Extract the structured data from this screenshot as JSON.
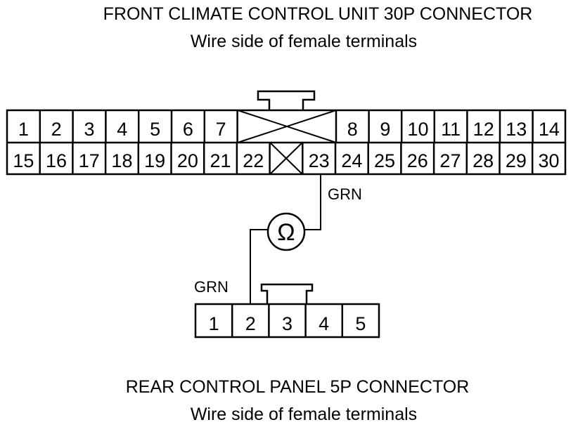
{
  "front_connector": {
    "title": "FRONT CLIMATE CONTROL UNIT 30P CONNECTOR",
    "subtitle": "Wire side of female terminals",
    "top_row": [
      "1",
      "2",
      "3",
      "4",
      "5",
      "6",
      "7",
      "",
      "8",
      "9",
      "10",
      "11",
      "12",
      "13",
      "14"
    ],
    "bottom_row": [
      "15",
      "16",
      "17",
      "18",
      "19",
      "20",
      "21",
      "22",
      "",
      "23",
      "24",
      "25",
      "26",
      "27",
      "28",
      "29",
      "30"
    ]
  },
  "rear_connector": {
    "title": "REAR CONTROL PANEL 5P CONNECTOR",
    "subtitle": "Wire side of female terminals",
    "pins": [
      "1",
      "2",
      "3",
      "4",
      "5"
    ]
  },
  "wires": {
    "front_wire_color": "GRN",
    "rear_wire_color": "GRN"
  },
  "meter": {
    "symbol": "Ω",
    "name": "ohmmeter-icon"
  },
  "colors": {
    "line": "#000000",
    "background": "#ffffff"
  }
}
